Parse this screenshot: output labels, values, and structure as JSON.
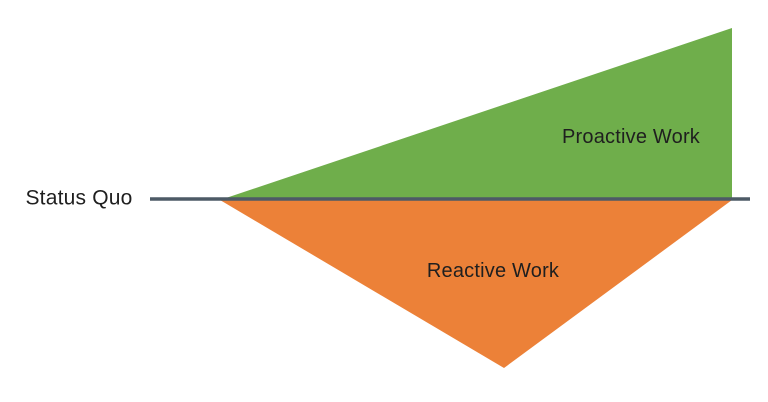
{
  "diagram": {
    "baseline_label": "Status Quo",
    "proactive": {
      "label": "Proactive Work",
      "color": "#6FAE4B"
    },
    "reactive": {
      "label": "Reactive Work",
      "color": "#EC8138"
    },
    "line_color": "#4D5A66",
    "text_color": "#1F1F1F",
    "background_color": "#FFFFFF"
  }
}
